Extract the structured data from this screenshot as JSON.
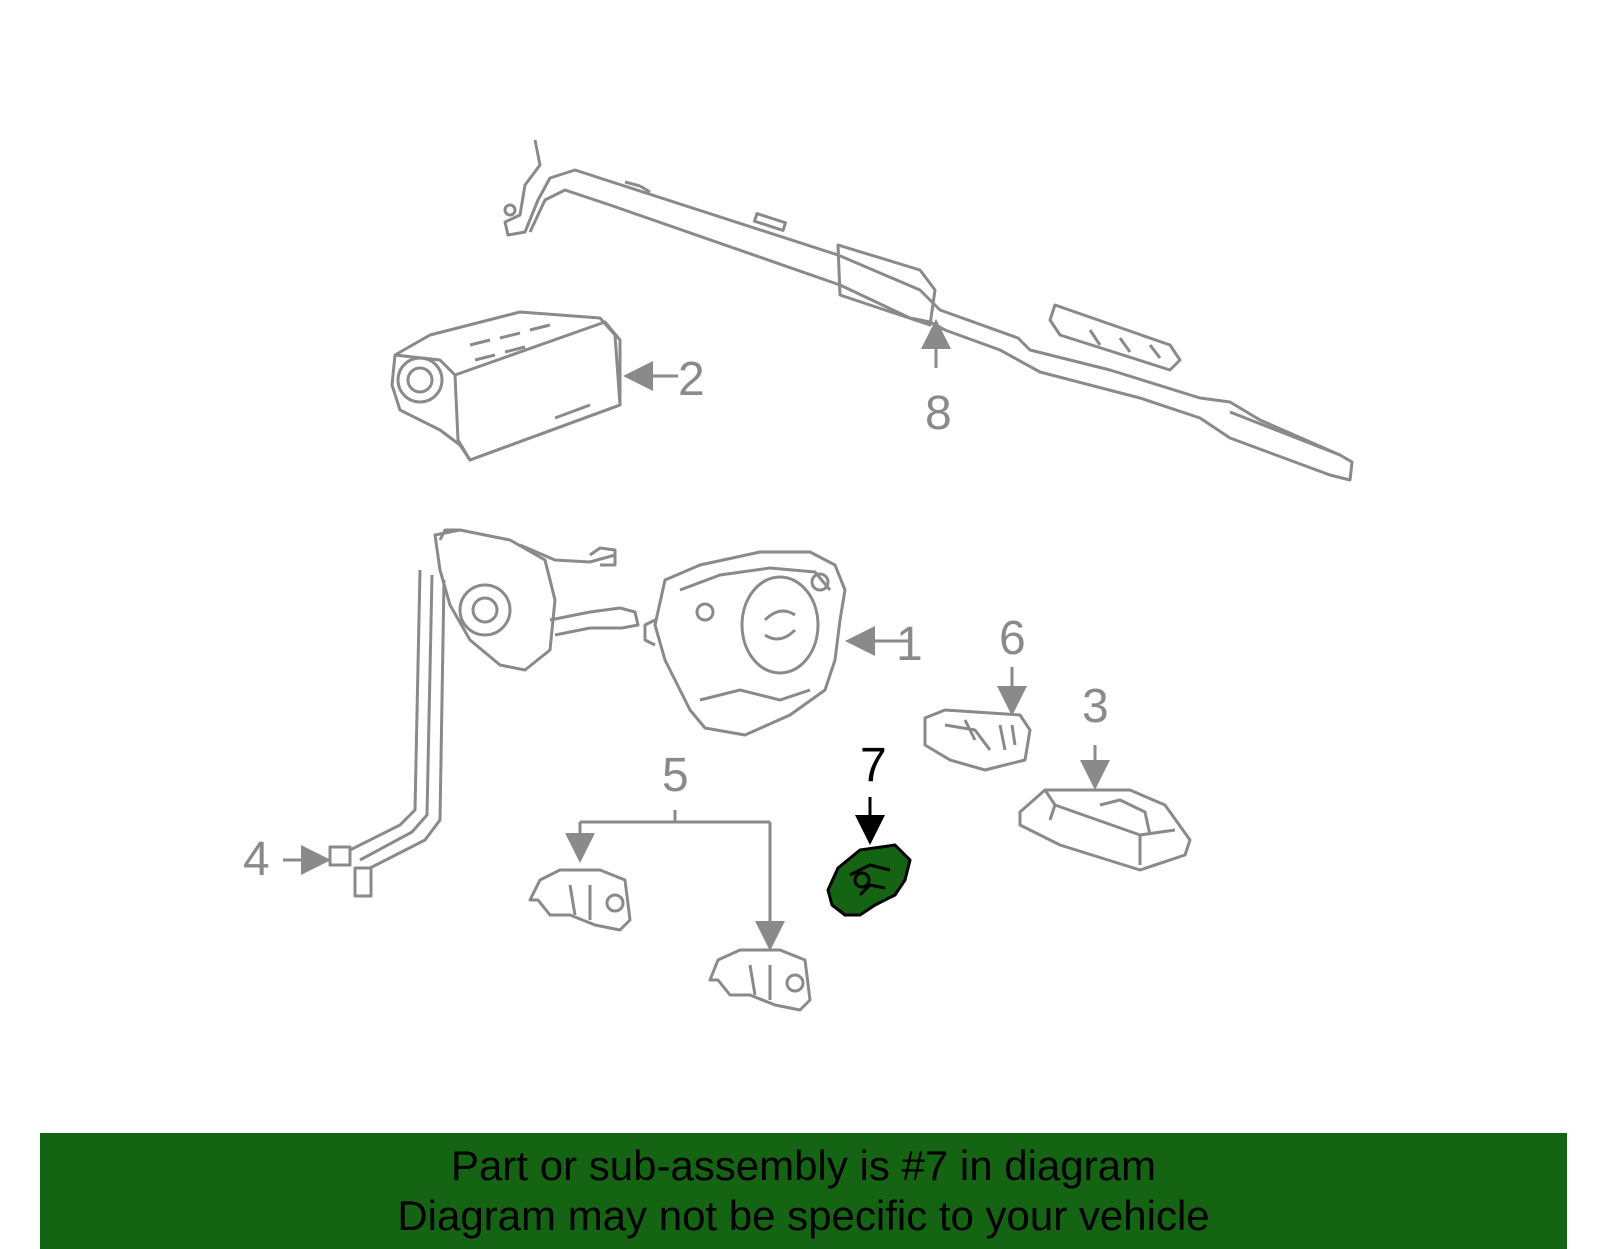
{
  "diagram": {
    "callouts": [
      {
        "number": "1",
        "highlighted": false
      },
      {
        "number": "2",
        "highlighted": false
      },
      {
        "number": "3",
        "highlighted": false
      },
      {
        "number": "4",
        "highlighted": false
      },
      {
        "number": "5",
        "highlighted": false
      },
      {
        "number": "6",
        "highlighted": false
      },
      {
        "number": "7",
        "highlighted": true
      },
      {
        "number": "8",
        "highlighted": false
      }
    ],
    "colors": {
      "line": "#8a8a8a",
      "highlight_fill": "#146414",
      "highlight_stroke": "#000000",
      "banner_bg": "#146414"
    }
  },
  "banner": {
    "line1": "Part or sub-assembly is #7 in diagram",
    "line2": "Diagram may not be specific to your vehicle"
  }
}
